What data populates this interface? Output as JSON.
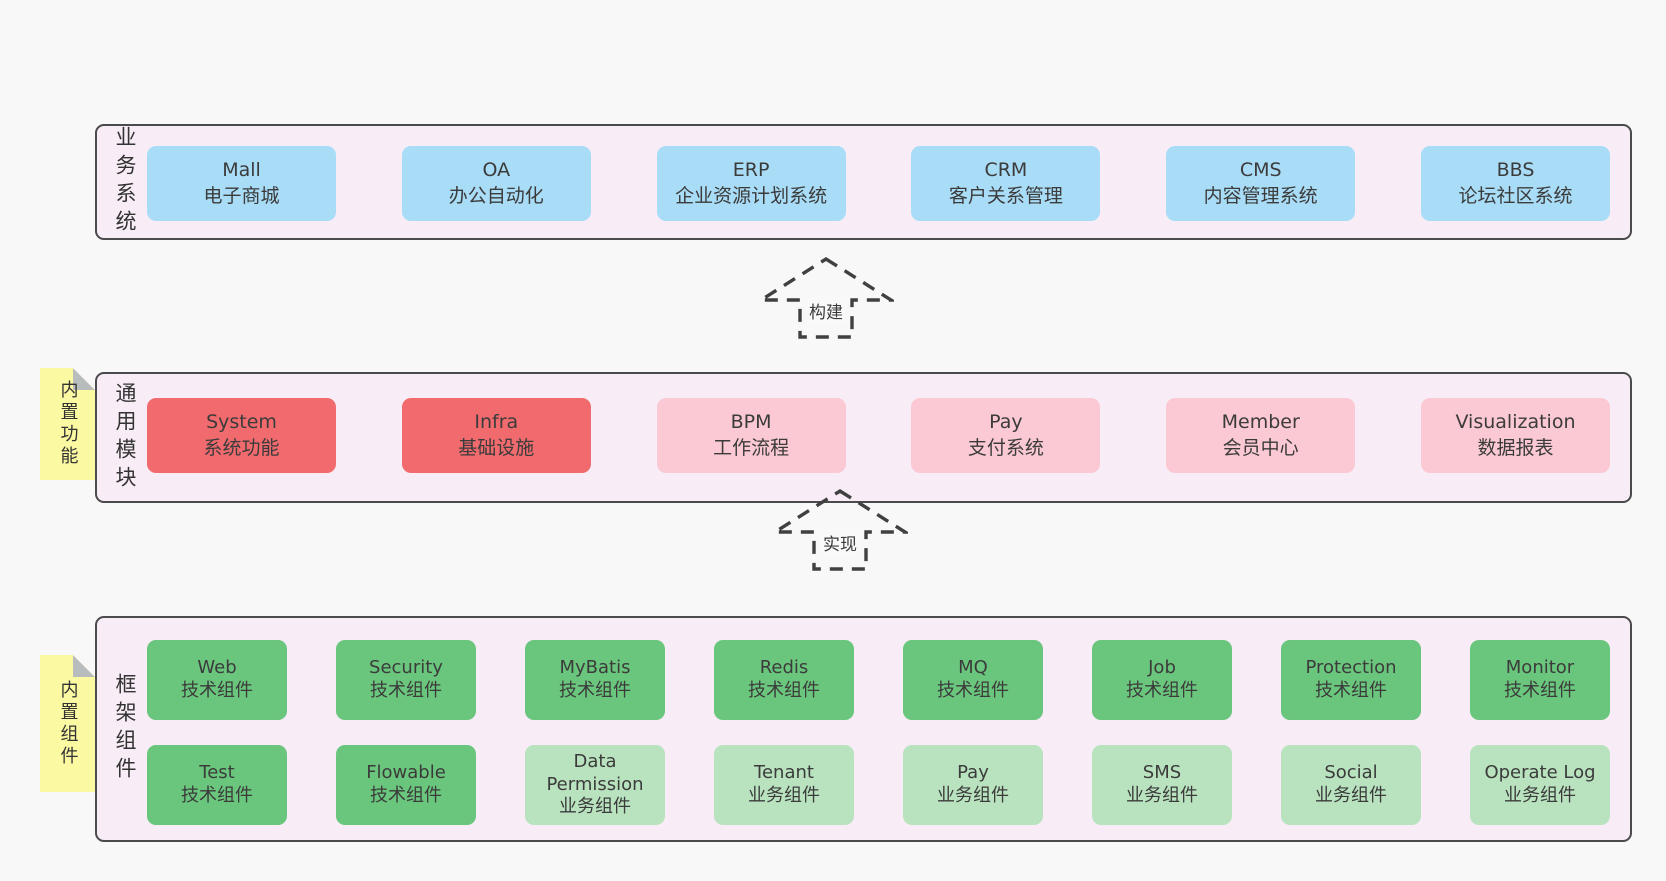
{
  "colors": {
    "page_bg": "#f8f8f8",
    "band_bg": "#f8edf6",
    "band_border": "#4b4b4d",
    "blue_box": "#a9dcf6",
    "red_box": "#f16b6e",
    "pink_box": "#fbc9d3",
    "green_box": "#6ac67c",
    "light_green_box": "#b9e3bf",
    "note_yellow": "#fbf9a2",
    "note_fold_gray": "#b9bcbd",
    "dash_stroke": "#404040"
  },
  "arrows": {
    "build": {
      "label": "构建"
    },
    "implement": {
      "label": "实现"
    }
  },
  "notes": {
    "modules": {
      "label": "内置功能"
    },
    "components": {
      "label": "内置组件"
    }
  },
  "bands": {
    "business": {
      "label": "业务系统",
      "boxes": [
        {
          "en": "Mall",
          "zh": "电子商城"
        },
        {
          "en": "OA",
          "zh": "办公自动化"
        },
        {
          "en": "ERP",
          "zh": "企业资源计划系统"
        },
        {
          "en": "CRM",
          "zh": "客户关系管理"
        },
        {
          "en": "CMS",
          "zh": "内容管理系统"
        },
        {
          "en": "BBS",
          "zh": "论坛社区系统"
        }
      ]
    },
    "modules": {
      "label": "通用模块",
      "boxes": [
        {
          "en": "System",
          "zh": "系统功能"
        },
        {
          "en": "Infra",
          "zh": "基础设施"
        },
        {
          "en": "BPM",
          "zh": "工作流程"
        },
        {
          "en": "Pay",
          "zh": "支付系统"
        },
        {
          "en": "Member",
          "zh": "会员中心"
        },
        {
          "en": "Visualization",
          "zh": "数据报表"
        }
      ]
    },
    "components": {
      "label": "框架组件",
      "rows": [
        [
          {
            "en": "Web",
            "zh": "技术组件"
          },
          {
            "en": "Security",
            "zh": "技术组件"
          },
          {
            "en": "MyBatis",
            "zh": "技术组件"
          },
          {
            "en": "Redis",
            "zh": "技术组件"
          },
          {
            "en": "MQ",
            "zh": "技术组件"
          },
          {
            "en": "Job",
            "zh": "技术组件"
          },
          {
            "en": "Protection",
            "zh": "技术组件"
          },
          {
            "en": "Monitor",
            "zh": "技术组件"
          }
        ],
        [
          {
            "en": "Test",
            "zh": "技术组件"
          },
          {
            "en": "Flowable",
            "zh": "技术组件"
          },
          {
            "en": "Data Permission",
            "zh": "业务组件"
          },
          {
            "en": "Tenant",
            "zh": "业务组件"
          },
          {
            "en": "Pay",
            "zh": "业务组件"
          },
          {
            "en": "SMS",
            "zh": "业务组件"
          },
          {
            "en": "Social",
            "zh": "业务组件"
          },
          {
            "en": "Operate Log",
            "zh": "业务组件"
          }
        ]
      ]
    }
  }
}
